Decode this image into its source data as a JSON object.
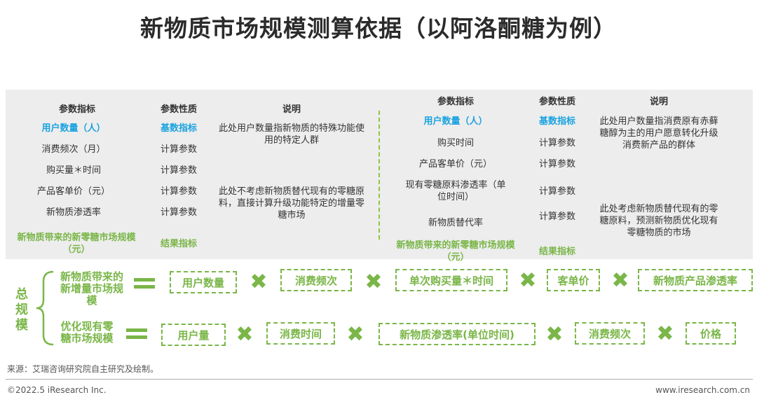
{
  "title": "新物质市场规模测算依据（以阿洛酮糖为例）",
  "left_table": {
    "headers": [
      "参数指标",
      "参数性质",
      "说明"
    ],
    "rows": [
      {
        "param": "用户数量（人）",
        "nature": "基数指标"
      },
      {
        "param": "消费频次（月）",
        "nature": "计算参数"
      },
      {
        "param": "购买量＊时间",
        "nature": "计算参数"
      },
      {
        "param": "产品客单价（元）",
        "nature": "计算参数"
      },
      {
        "param": "新物质渗透率",
        "nature": "计算参数"
      }
    ],
    "result": {
      "param": "新物质带来的新零糖市场规模（元）",
      "nature": "结果指标"
    },
    "desc1": "此处用户数量指新物质的特殊功能使用的特定人群",
    "desc2": "此处不考虑新物质替代现有的零糖原料，直接计算升级功能特定的增量零糖市场"
  },
  "right_table": {
    "headers": [
      "参数指标",
      "参数性质",
      "说明"
    ],
    "rows": [
      {
        "param": "用户数量（人）",
        "nature": "基数指标"
      },
      {
        "param": "购买时间",
        "nature": "计算参数"
      },
      {
        "param": "产品客单价（元）",
        "nature": "计算参数"
      },
      {
        "param": "现有零糖原料渗透率（单位时间）",
        "nature": "计算参数"
      },
      {
        "param": "新物质替代率",
        "nature": "计算参数"
      }
    ],
    "result": {
      "param": "新物质带来的新零糖市场规模（元）",
      "nature": "结果指标"
    },
    "desc1": "此处用户数量指消费原有赤藓糖醇为主的用户愿意转化升级消费新产品的群体",
    "desc2": "此处考虑新物质替代现有的零糖原料，预测新物质优化现有零糖物质的市场"
  },
  "total_label": "总规模",
  "formula1": {
    "label": "新物质带来的新增量市场规模",
    "terms": [
      "用户数量",
      "消费频次",
      "单次购买量＊时间",
      "客单价",
      "新物质产品渗透率"
    ]
  },
  "formula2": {
    "label": "优化现有零糖市场规模",
    "terms": [
      "用户量",
      "消费时间",
      "新物质渗透率(单位时间)",
      "消费频次",
      "价格"
    ]
  },
  "icons": {
    "equals": "equals-icon",
    "times": "times-icon",
    "brace": "brace-icon"
  },
  "source": "来源：艾瑞咨询研究院自主研究及绘制。",
  "copyright": "©2022.5 iResearch Inc.",
  "website": "www.iresearch.com.cn",
  "colors": {
    "accent_green": "#7ab648",
    "accent_blue": "#1aa3e0",
    "panel_bg": "#ededed"
  }
}
